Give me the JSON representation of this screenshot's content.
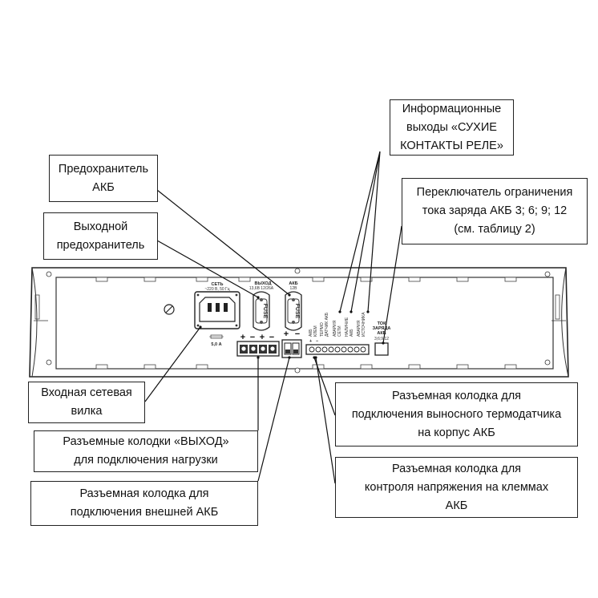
{
  "callouts": {
    "battery_fuse": "Предохранитель\nАКБ",
    "output_fuse": "Выходной\nпредохранитель",
    "dry_contacts": "Информационные\nвыходы «СУХИЕ\nКОНТАКТЫ РЕЛЕ»",
    "charge_switch": "Переключатель ограничения\nтока заряда АКБ 3; 6; 9; 12\n(см. таблицу 2)",
    "mains_plug": "Входная сетевая\nвилка",
    "output_terminals": "Разъемные колодки «ВЫХОД»\nдля подключения нагрузки",
    "ext_battery_terminal": "Разъемная колодка для\nподключения внешней АКБ",
    "thermo_terminal": "Разъемная колодка для\nподключения выносного термодатчика\nна корпус АКБ",
    "voltage_terminal": "Разъемная колодка для\nконтроля напряжения на клеммах\nАКБ"
  },
  "panel": {
    "mains_label_1": "СЕТЬ",
    "mains_label_2": "~220 В, 50 Гц",
    "mains_fuse_rating": "5,0 А",
    "output_label_1": "ВЫХОД",
    "output_label_2": "13,6В 12/26А",
    "battery_label_1": "АКБ",
    "battery_label_2": "12В",
    "fuse_word_1": "FUSE",
    "fuse_word_2": "FUSE",
    "relay_label_1": "АКБ",
    "relay_label_1b": "КЛЕМ",
    "relay_label_2": "ТЕРМО",
    "relay_label_2b": "ДАТЧИК АКБ",
    "relay_label_3": "АВАРИЯ",
    "relay_label_3b": "СЕТИ",
    "relay_label_4": "НАЛИЧИЕ",
    "relay_label_4b": "АКБ",
    "relay_label_5": "АВАРИЯ",
    "relay_label_5b": "ИСТОЧНИКА",
    "charge_label_1": "ТОК",
    "charge_label_2": "ЗАРЯДА",
    "charge_label_3": "АКБ",
    "charge_label_4": "3;6;9;12",
    "plus_sign": "+",
    "minus_sign": "−"
  }
}
